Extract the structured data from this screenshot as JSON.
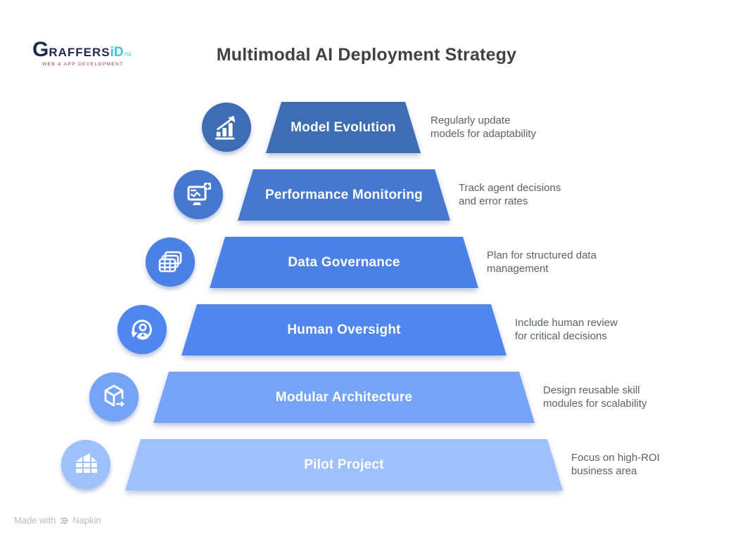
{
  "header": {
    "title": "Multimodal AI Deployment Strategy"
  },
  "logo": {
    "g": "G",
    "raffers": "RAFFERS",
    "id": "iD",
    "tm": "TM",
    "tagline": "WEB & APP DEVELOPMENT"
  },
  "footer": {
    "made_with": "Made with",
    "brand": "Napkin"
  },
  "pyramid": {
    "levels": [
      {
        "label": "Model Evolution",
        "description": "Regularly update\nmodels for adaptability",
        "color": "#3f6db4",
        "icon": "growth-chart-icon"
      },
      {
        "label": "Performance Monitoring",
        "description": "Track agent decisions\nand error rates",
        "color": "#4678d0",
        "icon": "monitor-health-icon"
      },
      {
        "label": "Data Governance",
        "description": "Plan for structured data\nmanagement",
        "color": "#4b80e4",
        "icon": "stacked-tables-icon"
      },
      {
        "label": "Human Oversight",
        "description": "Include human review\nfor critical decisions",
        "color": "#4f86f0",
        "icon": "person-review-cycle-icon"
      },
      {
        "label": "Modular Architecture",
        "description": "Design reusable skill\nmodules for scalability",
        "color": "#76a3f6",
        "icon": "cube-module-icon"
      },
      {
        "label": "Pilot Project",
        "description": "Focus on high-ROI\nbusiness area",
        "color": "#9fc1fb",
        "icon": "grid-factory-icon"
      }
    ]
  }
}
